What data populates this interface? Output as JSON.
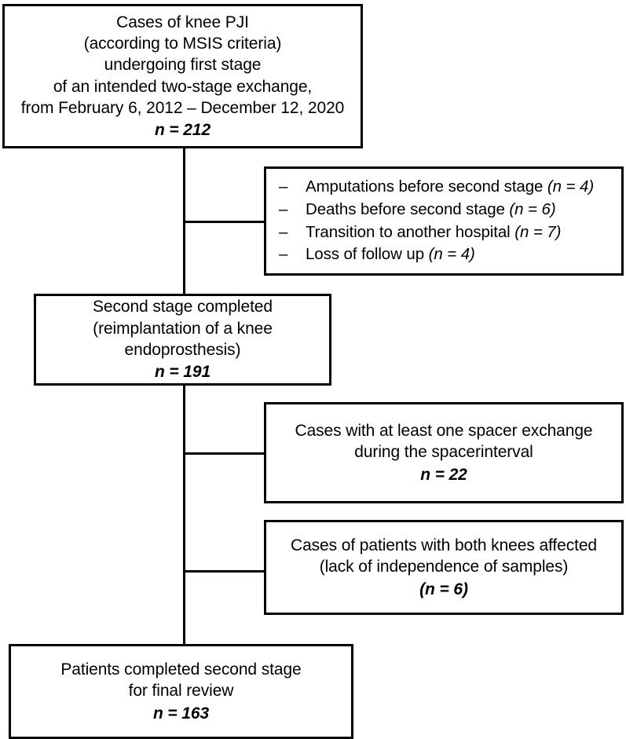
{
  "diagram": {
    "type": "study-flow-diagram",
    "title": "Knee PJI two-stage exchange patient flow",
    "boxes": {
      "enrolled": {
        "lines": [
          "Cases of knee PJI",
          "(according to MSIS criteria)",
          "undergoing first stage",
          "of an intended two-stage exchange,",
          "from February 6, 2012 – December 12, 2020"
        ],
        "n_label": "n = 212",
        "n_value": 212
      },
      "exclusions_first": {
        "items": [
          {
            "dash": "–",
            "text": "Amputations before second stage ",
            "n_label": "(n = 4)",
            "n_value": 4
          },
          {
            "dash": "–",
            "text": "Deaths before second stage ",
            "n_label": "(n = 6)",
            "n_value": 6
          },
          {
            "dash": "–",
            "text": "Transition to another hospital ",
            "n_label": "(n = 7)",
            "n_value": 7
          },
          {
            "dash": "–",
            "text": "Loss of follow up ",
            "n_label": "(n = 4)",
            "n_value": 4
          }
        ]
      },
      "second_stage": {
        "lines": [
          "Second stage completed",
          "(reimplantation of a knee",
          "endoprosthesis)"
        ],
        "n_label": "n = 191",
        "n_value": 191
      },
      "spacer_exchange": {
        "lines": [
          "Cases with at least one spacer exchange",
          "during the spacerinterval"
        ],
        "n_label": "n = 22",
        "n_value": 22
      },
      "both_knees": {
        "lines": [
          "Cases of patients with both knees affected",
          "(lack of independence of samples)"
        ],
        "n_label": "(n = 6)",
        "n_value": 6
      },
      "final": {
        "lines": [
          "Patients completed second stage",
          "for final review"
        ],
        "n_label": "n = 163",
        "n_value": 163
      }
    },
    "colors": {
      "stroke": "#000000",
      "fill": "#ffffff",
      "text": "#000000"
    }
  }
}
